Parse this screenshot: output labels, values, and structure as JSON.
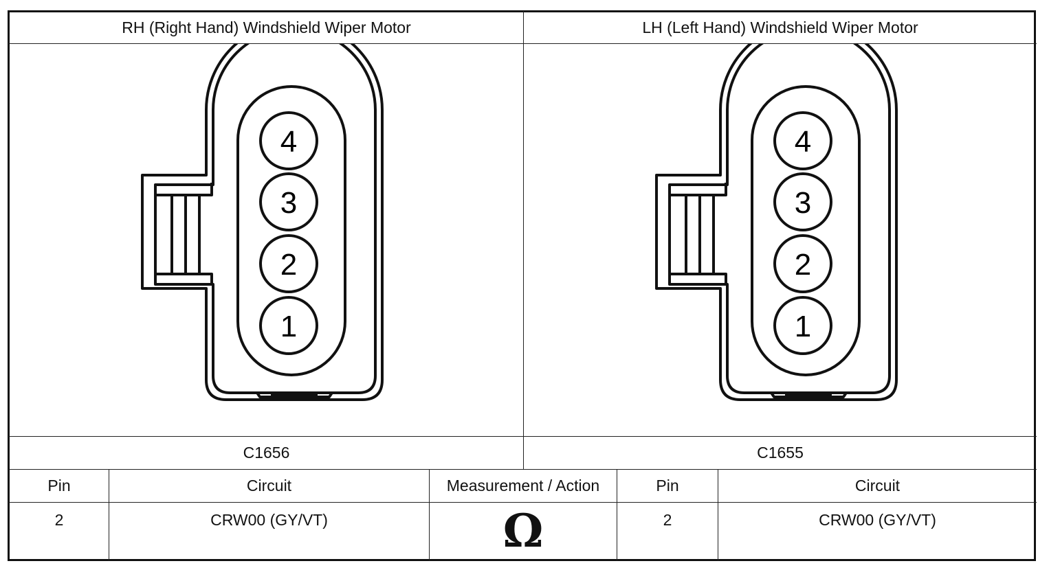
{
  "connectors": [
    {
      "title": "RH (Right Hand) Windshield Wiper Motor",
      "id": "C1656",
      "pins": [
        "4",
        "3",
        "2",
        "1"
      ]
    },
    {
      "title": "LH (Left Hand) Windshield Wiper Motor",
      "id": "C1655",
      "pins": [
        "4",
        "3",
        "2",
        "1"
      ]
    }
  ],
  "table": {
    "headers": [
      "Pin",
      "Circuit",
      "Measurement / Action",
      "Pin",
      "Circuit"
    ],
    "row": {
      "pin_a": "2",
      "circuit_a": "CRW00 (GY/VT)",
      "action_symbol": "Ω",
      "pin_b": "2",
      "circuit_b": "CRW00 (GY/VT)"
    }
  }
}
